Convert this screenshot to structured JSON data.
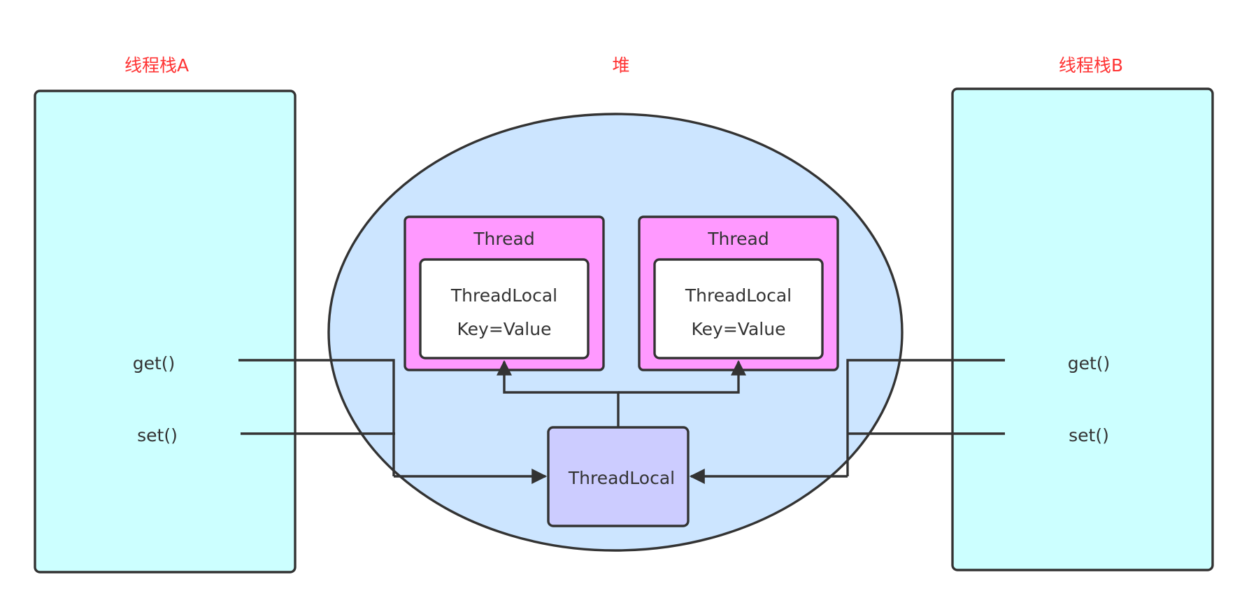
{
  "colors": {
    "stack_fill": "#ccffff",
    "heap_fill": "#cce5ff",
    "thread_fill": "#ff99ff",
    "inner_fill": "#ffffff",
    "threadlocal_fill": "#ccccff",
    "title_color": "#ff3333",
    "stroke": "#333333",
    "text": "#333333"
  },
  "stack_a": {
    "title": "线程栈A",
    "get_label": "get()",
    "set_label": "set()"
  },
  "heap": {
    "title": "堆",
    "thread_1": {
      "title": "Thread",
      "entry_line1": "ThreadLocal",
      "entry_line2": "Key=Value"
    },
    "thread_2": {
      "title": "Thread",
      "entry_line1": "ThreadLocal",
      "entry_line2": "Key=Value"
    },
    "threadlocal": {
      "label": "ThreadLocal"
    }
  },
  "stack_b": {
    "title": "线程栈B",
    "get_label": "get()",
    "set_label": "set()"
  }
}
